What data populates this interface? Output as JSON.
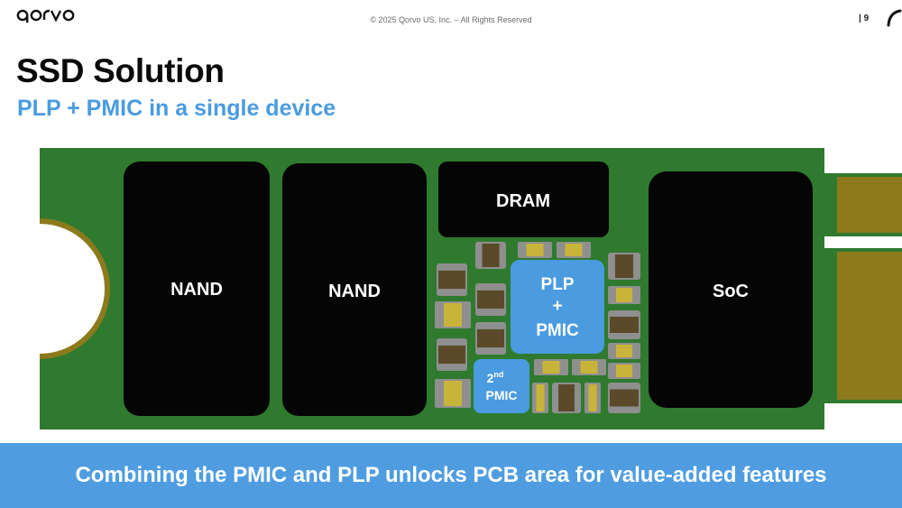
{
  "header": {
    "logo_text": "qorvo",
    "copyright": "© 2025 Qorvo US, Inc. – All Rights Reserved",
    "page_number": "| 9"
  },
  "slide": {
    "title": "SSD Solution",
    "subtitle": "PLP + PMIC in a single device"
  },
  "diagram": {
    "nand_1": "NAND",
    "nand_2": "NAND",
    "dram": "DRAM",
    "plp_line1": "PLP",
    "plp_line2": "+",
    "plp_line3": "PMIC",
    "second_pmic_num": "2",
    "second_pmic_sup": "nd",
    "second_pmic_label": "PMIC",
    "soc": "SoC"
  },
  "banner": {
    "text": "Combining the PMIC and PLP unlocks PCB area for value-added features"
  },
  "colors": {
    "pcb_green": "#2f7a2f",
    "chip_black": "#050505",
    "pmic_blue": "#4a9be0",
    "gold": "#8c7a1c",
    "banner_blue": "#4f9de0"
  }
}
